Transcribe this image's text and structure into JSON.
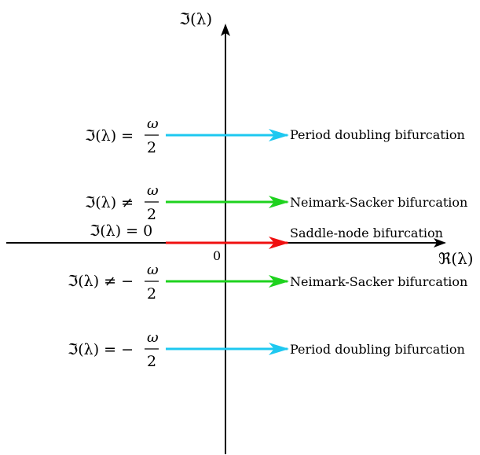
{
  "axes": {
    "imag_label": "ℑ(λ)",
    "real_label": "ℜ(λ)",
    "origin_label": "0"
  },
  "rows": [
    {
      "lhs": "ℑ(λ) =",
      "num": "ω",
      "den": "2",
      "result": "Period doubling bifurcation",
      "color": "#1ec8f0"
    },
    {
      "lhs": "ℑ(λ) ≠",
      "num": "ω",
      "den": "2",
      "result": "Neimark-Sacker bifurcation",
      "color": "#1ed21e"
    },
    {
      "lhs": "ℑ(λ) = 0",
      "num": "",
      "den": "",
      "result": "Saddle-node bifurcation",
      "color": "#f01010"
    },
    {
      "lhs": "ℑ(λ) ≠ −",
      "num": "ω",
      "den": "2",
      "result": "Neimark-Sacker bifurcation",
      "color": "#1ed21e"
    },
    {
      "lhs": "ℑ(λ) = −",
      "num": "ω",
      "den": "2",
      "result": "Period doubling bifurcation",
      "color": "#1ec8f0"
    }
  ]
}
